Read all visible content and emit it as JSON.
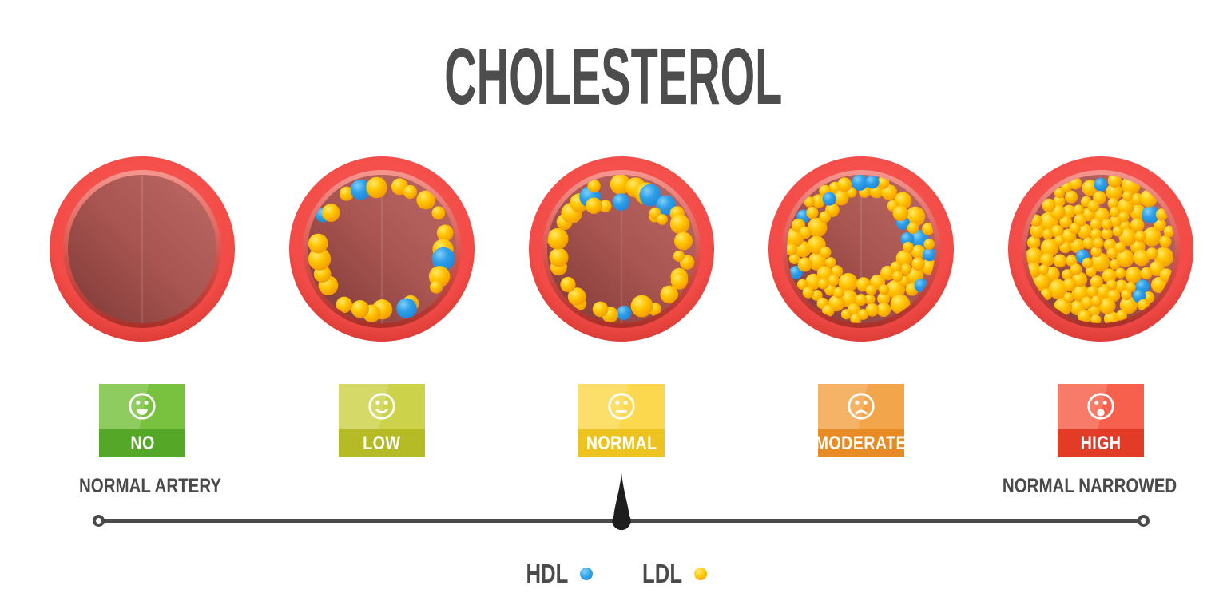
{
  "title": "CHOLESTEROL",
  "stages": [
    {
      "label": "NO",
      "face": "grin",
      "badge_top": "#79c240",
      "badge_bottom": "#55a827",
      "pattern": "none",
      "ldl_count": 0,
      "hdl_count": 0
    },
    {
      "label": "LOW",
      "face": "smile",
      "badge_top": "#ccd24a",
      "badge_bottom": "#b4bb25",
      "pattern": "sparse-ring",
      "ldl_count": 20,
      "hdl_count": 4
    },
    {
      "label": "NORMAL",
      "face": "neutral",
      "badge_top": "#fbd84e",
      "badge_bottom": "#edc41f",
      "pattern": "dense-ring",
      "ldl_count": 30,
      "hdl_count": 5
    },
    {
      "label": "MODERATE",
      "face": "frown",
      "badge_top": "#f3a54b",
      "badge_bottom": "#e88b25",
      "pattern": "thick-ring",
      "ldl_count": 75,
      "hdl_count": 10
    },
    {
      "label": "HIGH",
      "face": "open-frown",
      "badge_top": "#f7604c",
      "badge_bottom": "#e23b26",
      "pattern": "filled",
      "ldl_count": 120,
      "hdl_count": 5
    }
  ],
  "axis": {
    "left_label": "NORMAL ARTERY",
    "right_label": "NORMAL NARROWED",
    "pointer_stage": "NORMAL"
  },
  "legend": [
    {
      "label": "HDL",
      "color": "#2d9fe8"
    },
    {
      "label": "LDL",
      "color": "#ffc400"
    }
  ],
  "colors": {
    "title_text": "#4d4d4d",
    "axis": "#4a4a4a",
    "badge_text": "#ffffff",
    "needle": "#1e1e1e",
    "ring_light": "#fa5d56",
    "ring": "#f34b47",
    "ring_dark": "#d93a34",
    "rim_light": "#f59790",
    "rim_mid": "#d8524b",
    "rim_dark": "#a83029",
    "lumen_light": "#bd6a66",
    "lumen_mid": "#a85450",
    "lumen_dark": "#7d3a37",
    "ldl_light": "#ffe96a",
    "ldl": "#ffc400",
    "ldl_dark": "#ef9400",
    "hdl_light": "#7fd0f8",
    "hdl": "#2d9fe8",
    "hdl_dark": "#1f83d6"
  }
}
